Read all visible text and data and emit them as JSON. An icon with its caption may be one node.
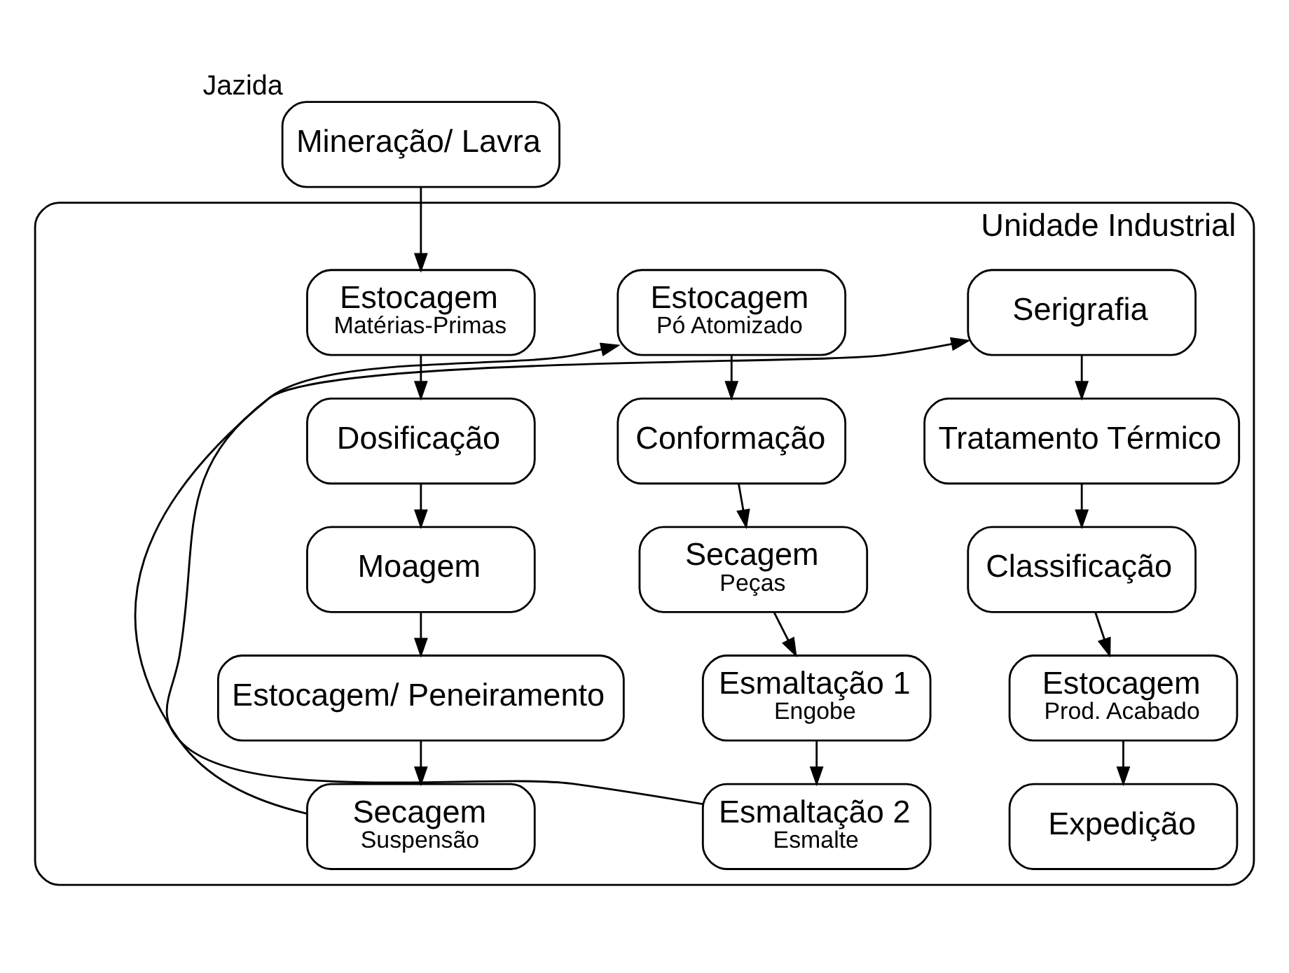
{
  "diagram": {
    "nodes": [
      {
        "text": [
          "Mineração/ Lavra"
        ],
        "beside": [
          "Jazida"
        ]
      },
      {
        "text": [
          "Unidade Industrial"
        ]
      },
      {
        "text": [
          "Estocagem",
          "Matérias-Primas"
        ],
        "in": 1
      },
      {
        "text": [
          "Dosificação"
        ],
        "in": 1
      },
      {
        "text": [
          "Moagem"
        ],
        "in": 1
      },
      {
        "text": [
          "Estocagem/ Peneiramento"
        ],
        "in": 1
      },
      {
        "text": [
          "Secagem",
          "Suspensão"
        ],
        "in": 1
      },
      {
        "text": [
          "Estocagem",
          "Pó Atomizado"
        ],
        "in": 1
      },
      {
        "text": [
          "Conformação"
        ],
        "in": 1
      },
      {
        "text": [
          "Secagem",
          "Peças"
        ],
        "in": 1
      },
      {
        "text": [
          "Esmaltação 1",
          "Engobe"
        ],
        "in": 1
      },
      {
        "text": [
          "Esmaltação 2",
          "Esmalte"
        ],
        "in": 1
      },
      {
        "text": [
          "Serigrafia"
        ],
        "in": 1
      },
      {
        "text": [
          "Tratamento Térmico"
        ],
        "in": 1
      },
      {
        "text": [
          "Classificação"
        ],
        "in": 1
      },
      {
        "text": [
          "Estocagem",
          "Prod. Acabado"
        ],
        "in": 1
      },
      {
        "text": [
          "Expedição"
        ],
        "in": 1
      }
    ],
    "edges": [
      {
        "from": 0,
        "to": 2,
        "arrow": "to"
      },
      {
        "from": 2,
        "to": 3,
        "arrow": "to"
      },
      {
        "from": 3,
        "to": 4,
        "arrow": "to"
      },
      {
        "from": 4,
        "to": 5,
        "arrow": "to"
      },
      {
        "from": 5,
        "to": 6,
        "arrow": "to"
      },
      {
        "from": 6,
        "to": 7,
        "arrow": "to"
      },
      {
        "from": 7,
        "to": 8,
        "arrow": "to"
      },
      {
        "from": 8,
        "to": 9,
        "arrow": "to"
      },
      {
        "from": 9,
        "to": 10,
        "arrow": "to"
      },
      {
        "from": 10,
        "to": 11,
        "arrow": "to"
      },
      {
        "from": 11,
        "to": 12,
        "arrow": "to"
      },
      {
        "from": 12,
        "to": 13,
        "arrow": "to"
      },
      {
        "from": 13,
        "to": 14,
        "arrow": "to"
      },
      {
        "from": 14,
        "to": 15,
        "arrow": "to"
      },
      {
        "from": 15,
        "to": 16,
        "arrow": "to"
      }
    ]
  }
}
